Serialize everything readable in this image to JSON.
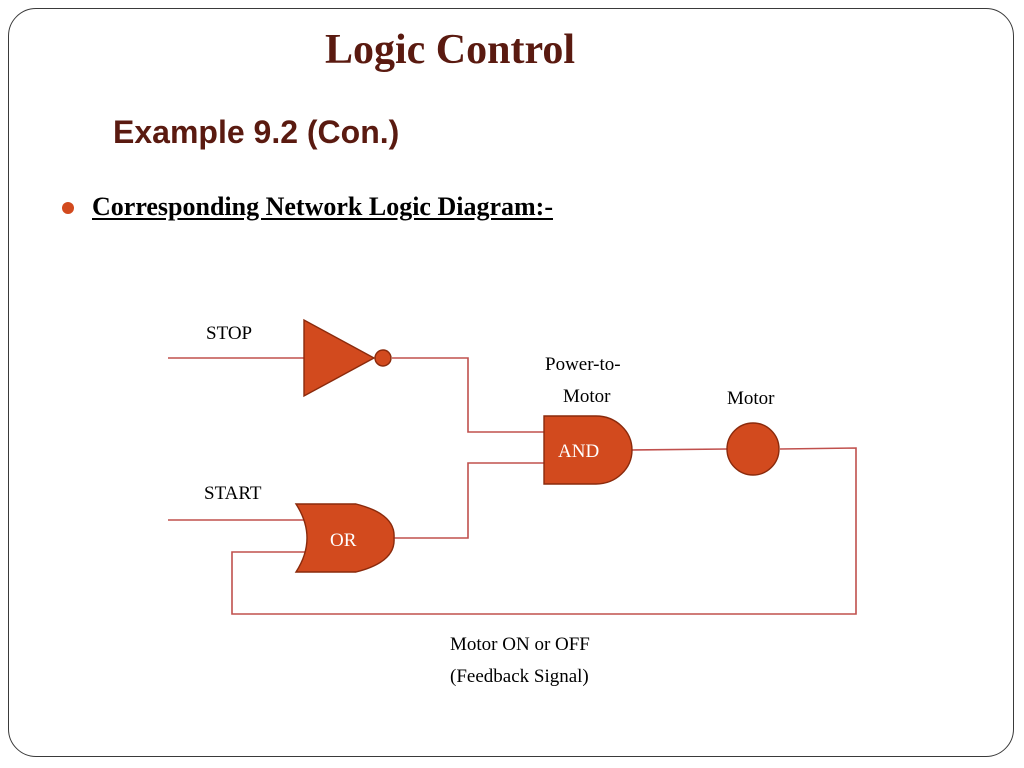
{
  "slide": {
    "title": "Logic Control",
    "subtitle": "Example 9.2 (Con.)",
    "bullet": "Corresponding Network Logic Diagram:-"
  },
  "diagram": {
    "labels": {
      "stop": "STOP",
      "start": "START",
      "power_line1": "Power-to-",
      "power_line2": "Motor",
      "motor": "Motor",
      "feedback_line1": "Motor ON or OFF",
      "feedback_line2": "(Feedback Signal)"
    },
    "gates": {
      "and": "AND",
      "or": "OR"
    }
  },
  "colors": {
    "accent": "#d24a1e",
    "gate_stroke": "#8a2a0c",
    "wire": "#c0504d",
    "title": "#5a1a10",
    "border": "#3a3a3a"
  },
  "icons": [
    "bullet-dot",
    "not-gate-icon",
    "and-gate-icon",
    "or-gate-icon",
    "motor-circle-icon"
  ]
}
